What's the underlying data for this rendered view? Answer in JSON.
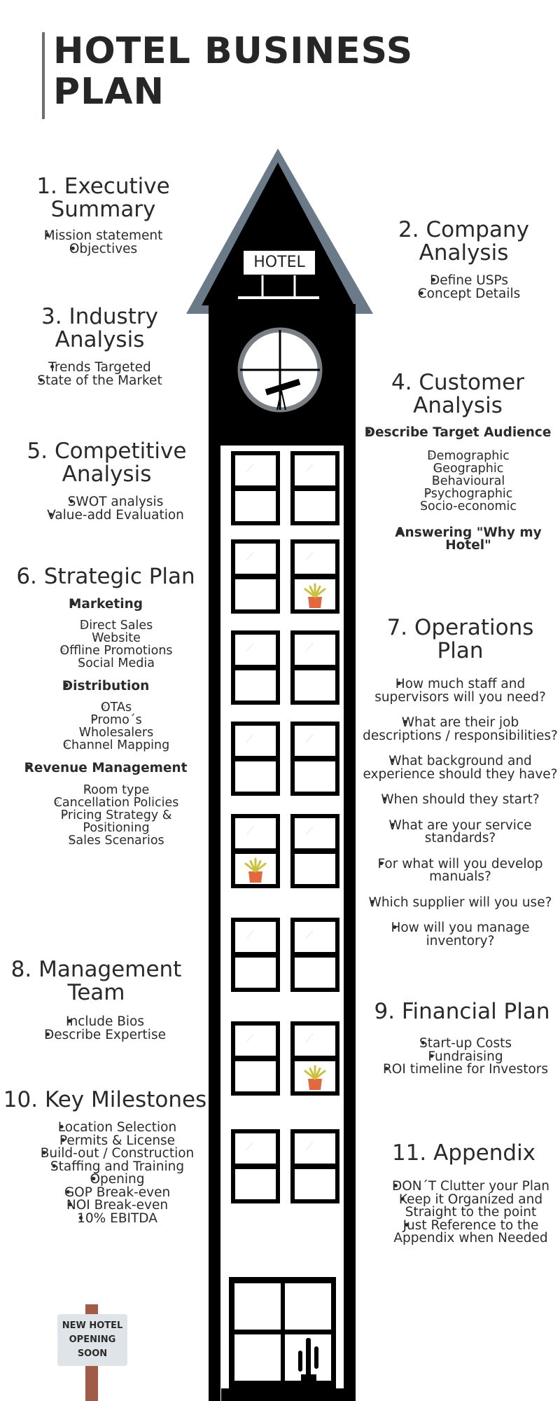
{
  "page_title": "HOTEL BUSINESS PLAN",
  "tower": {
    "sign": "HOTEL"
  },
  "signpost": "NEW HOTEL OPENING SOON",
  "colors": {
    "tower": "#000000",
    "roof_edge": "#6b7a89",
    "pot": "#e2693f",
    "sign_bg": "#dfe4e8",
    "post": "#a05c46"
  },
  "sections": {
    "s1": {
      "title": "1. Executive Summary",
      "items": [
        "Mission statement",
        "Objectives"
      ]
    },
    "s2": {
      "title": "2. Company Analysis",
      "items": [
        "Define USPs",
        "Concept Details"
      ]
    },
    "s3": {
      "title": "3. Industry Analysis",
      "items": [
        "Trends Targeted",
        "State of the Market"
      ]
    },
    "s4": {
      "title": "4. Customer Analysis",
      "heading": "Describe Target Audience",
      "subitems": [
        "Demographic",
        "Geographic",
        "Behavioural",
        "Psychographic",
        "Socio-economic"
      ],
      "heading2": "Answering \"Why my Hotel\""
    },
    "s5": {
      "title": "5. Competitive Analysis",
      "items": [
        "SWOT analysis",
        "Value-add Evaluation"
      ]
    },
    "s6": {
      "title": "6. Strategic Plan",
      "groups": [
        {
          "heading": "Marketing",
          "items": [
            "Direct Sales",
            "Website",
            "Offline Promotions",
            "Social Media"
          ]
        },
        {
          "heading": "Distribution",
          "items": [
            "OTAs",
            "Promo´s",
            "Wholesalers",
            "Channel Mapping"
          ]
        },
        {
          "heading": "Revenue Management",
          "items": [
            "Room type",
            "Cancellation Policies",
            "Pricing Strategy & Positioning",
            "Sales Scenarios"
          ]
        }
      ]
    },
    "s7": {
      "title": "7. Operations Plan",
      "items": [
        "How much staff and supervisors will you need?",
        "What are their job descriptions / responsibilities?",
        "What background and experience should they have?",
        "When should they start?",
        "What are your service standards?",
        "For what will you develop manuals?",
        "Which supplier will you use?",
        "How will you manage inventory?"
      ]
    },
    "s8": {
      "title": "8. Management Team",
      "items": [
        "Include Bios",
        "Describe Expertise"
      ]
    },
    "s9": {
      "title": "9. Financial Plan",
      "items": [
        "Start-up Costs",
        "Fundraising",
        "ROI timeline for Investors"
      ]
    },
    "s10": {
      "title": "10. Key Milestones",
      "items": [
        "Location Selection",
        "Permits & License",
        "Build-out / Construction",
        "Staffing and Training",
        "Opening",
        "GOP Break-even",
        "NOI Break-even",
        "10% EBITDA"
      ]
    },
    "s11": {
      "title": "11. Appendix",
      "items": [
        "DON´T Clutter your Plan",
        "Keep it Organized and Straight to the point",
        "Just Reference to the Appendix when Needed"
      ]
    }
  }
}
